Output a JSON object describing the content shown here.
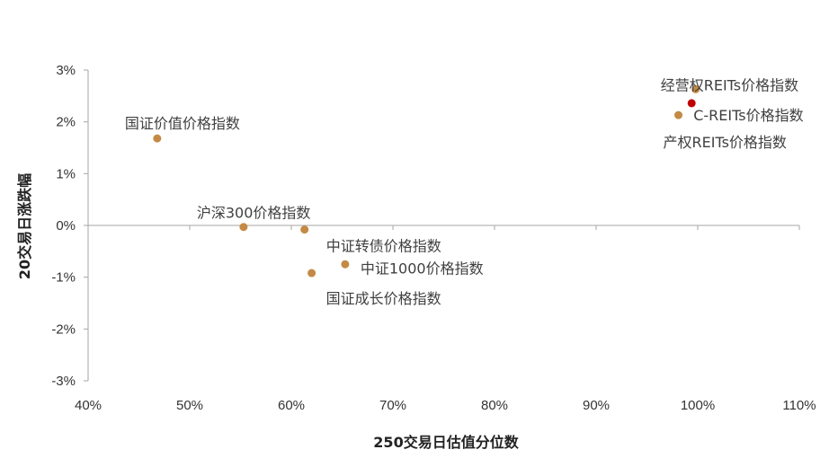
{
  "chart_data": {
    "type": "scatter",
    "title": "",
    "xlabel": "250交易日估值分位数",
    "ylabel": "20交易日涨跌幅",
    "xlim": [
      40,
      110
    ],
    "ylim": [
      -3,
      3
    ],
    "x_ticks": [
      40,
      50,
      60,
      70,
      80,
      90,
      100,
      110
    ],
    "y_ticks": [
      3,
      2,
      1,
      0,
      -1,
      -2,
      -3
    ],
    "x_tick_labels": [
      "40%",
      "50%",
      "60%",
      "70%",
      "80%",
      "90%",
      "100%",
      "110%"
    ],
    "y_tick_labels": [
      "3%",
      "2%",
      "1%",
      "0%",
      "-1%",
      "-2%",
      "-3%"
    ],
    "grid": false,
    "colors": {
      "default": "#c48a45",
      "highlight": "#c00000",
      "axis": "#a6a6a6"
    },
    "points": [
      {
        "label": "国证价值价格指数",
        "x": 46.8,
        "y": 1.68,
        "color": "#c48a45"
      },
      {
        "label": "沪深300价格指数",
        "x": 55.3,
        "y": -0.03,
        "color": "#c48a45"
      },
      {
        "label": "中证转债价格指数",
        "x": 61.3,
        "y": -0.08,
        "color": "#c48a45"
      },
      {
        "label": "中证1000价格指数",
        "x": 65.3,
        "y": -0.75,
        "color": "#c48a45"
      },
      {
        "label": "国证成长价格指数",
        "x": 62.0,
        "y": -0.92,
        "color": "#c48a45"
      },
      {
        "label": "经营权REITs价格指数",
        "x": 99.8,
        "y": 2.63,
        "color": "#c48a45"
      },
      {
        "label": "C-REITs价格指数",
        "x": 99.4,
        "y": 2.36,
        "color": "#c00000"
      },
      {
        "label": "产权REITs价格指数",
        "x": 98.1,
        "y": 2.13,
        "color": "#c48a45"
      }
    ]
  }
}
